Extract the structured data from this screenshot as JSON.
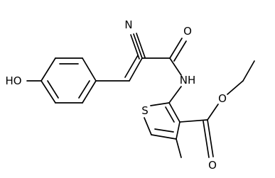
{
  "molecule": {
    "atoms": {
      "nitrile_n": "N",
      "amide_o": "O",
      "amide_nh": "NH",
      "hydroxyl": "HO",
      "thiophene_s": "S",
      "ester_o_single": "O",
      "ester_o_double": "O"
    }
  }
}
